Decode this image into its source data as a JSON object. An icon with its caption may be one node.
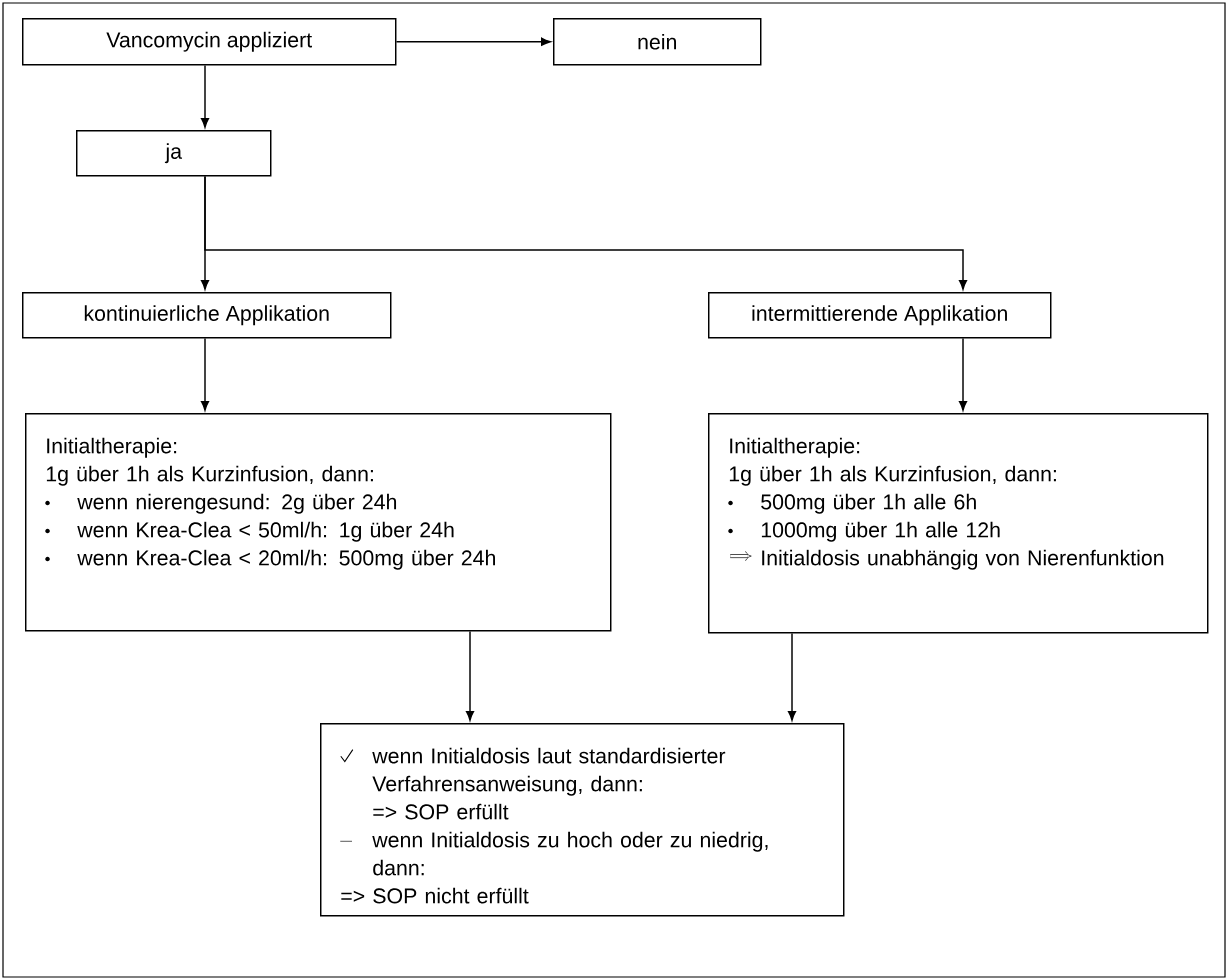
{
  "diagram": {
    "nodes": [
      {
        "text": [
          "Vancomycin appliziert"
        ]
      },
      {
        "text": [
          "nein"
        ]
      },
      {
        "text": [
          "ja"
        ]
      },
      {
        "text": [
          "kontinuierliche Applikation"
        ]
      },
      {
        "text": [
          "intermittierende Applikation"
        ]
      },
      {
        "text": [
          "Initialtherapie:",
          "1g über 1h als Kurzinfusion, dann:",
          "wenn nierengesund: 2g über 24h",
          "wenn Krea-Clea < 50ml/h: 1g über 24h",
          "wenn Krea-Clea < 20ml/h: 500mg über 24h"
        ]
      },
      {
        "text": [
          "Initialtherapie:",
          "1g über 1h als Kurzinfusion, dann:",
          "500mg über 1h alle 6h",
          "1000mg über 1h alle 12h",
          "Initialdosis unabhängig von Nierenfunktion"
        ]
      },
      {
        "text": [
          "wenn Initialdosis laut standardisierter Verfahrensanweisung, dann:",
          "=> SOP erfüllt",
          "wenn Initialdosis zu hoch oder zu niedrig, dann:",
          "=> SOP nicht erfüllt"
        ]
      }
    ],
    "edges": [
      {
        "from": 0,
        "to": 1,
        "arrow": "to"
      },
      {
        "from": 0,
        "to": 2,
        "arrow": "to"
      },
      {
        "from": 2,
        "to": 3,
        "arrow": "to"
      },
      {
        "from": 2,
        "to": 4,
        "arrow": "to"
      },
      {
        "from": 3,
        "to": 5,
        "arrow": "to"
      },
      {
        "from": 4,
        "to": 6,
        "arrow": "to"
      },
      {
        "from": 5,
        "to": 7,
        "arrow": "to"
      },
      {
        "from": 6,
        "to": 7,
        "arrow": "to"
      }
    ]
  }
}
